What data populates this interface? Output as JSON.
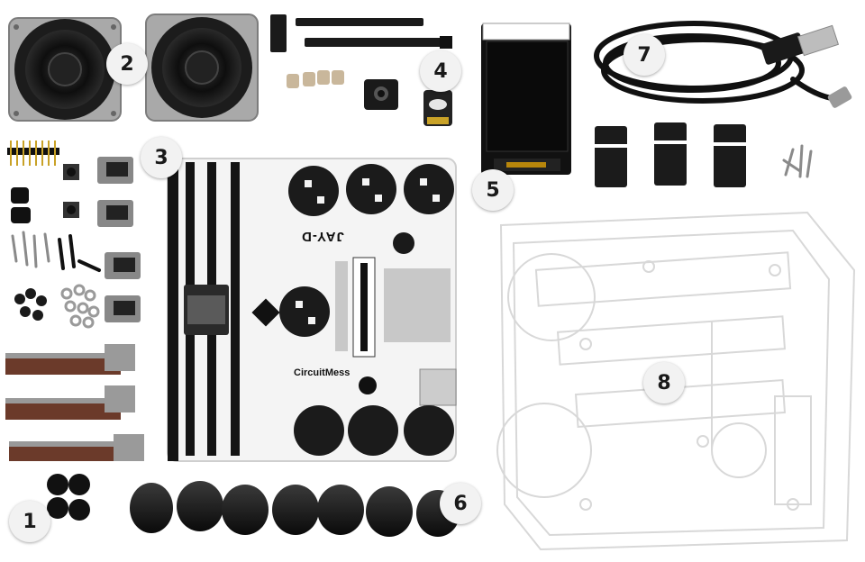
{
  "callouts": [
    {
      "number": "1"
    },
    {
      "number": "2"
    },
    {
      "number": "3"
    },
    {
      "number": "4"
    },
    {
      "number": "5"
    },
    {
      "number": "6"
    },
    {
      "number": "7"
    },
    {
      "number": "8"
    }
  ],
  "pcb": {
    "model_label": "JAY-D",
    "brand_label": "CircuitMess"
  },
  "colors": {
    "background": "#ffffff",
    "pcb_white": "#f4f4f4",
    "pcb_black": "#141414",
    "component_black": "#1b1b1b",
    "metal": "#9a9a9a",
    "acrylic_outline": "#d8d8d8",
    "wood": "#6b3a2a"
  }
}
